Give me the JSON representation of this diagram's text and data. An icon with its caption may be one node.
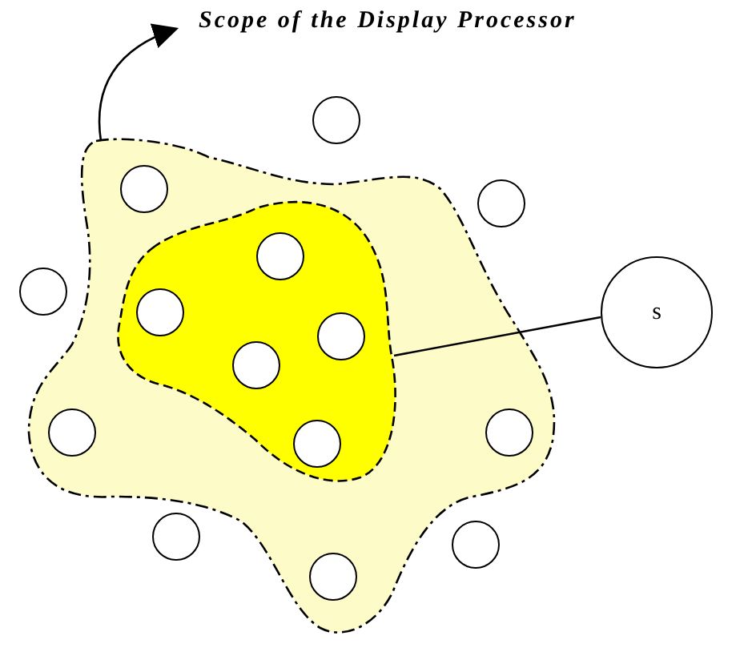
{
  "diagram": {
    "nodes": [
      {
        "text": [
          "Scope of the Display Processor"
        ]
      },
      {
        "text": [],
        "shape": "blob"
      },
      {
        "text": [],
        "shape": "blob",
        "in": 1
      },
      {
        "text": [],
        "shape": "circle",
        "in": 2
      },
      {
        "text": [],
        "shape": "circle",
        "in": 2
      },
      {
        "text": [],
        "shape": "circle",
        "in": 2
      },
      {
        "text": [],
        "shape": "circle",
        "in": 2
      },
      {
        "text": [],
        "shape": "circle",
        "in": 2
      },
      {
        "text": [],
        "shape": "circle",
        "in": 1
      },
      {
        "text": [],
        "shape": "circle",
        "in": 1
      },
      {
        "text": [],
        "shape": "circle",
        "in": 1
      },
      {
        "text": [],
        "shape": "circle",
        "in": 1
      },
      {
        "text": [],
        "shape": "circle"
      },
      {
        "text": [],
        "shape": "circle"
      },
      {
        "text": [],
        "shape": "circle"
      },
      {
        "text": [],
        "shape": "circle"
      },
      {
        "text": [],
        "shape": "circle"
      },
      {
        "text": [
          "s"
        ]
      }
    ],
    "edges": [
      {
        "from": 1,
        "to": 0,
        "arrow": "to"
      },
      {
        "from": 17,
        "to": 2,
        "arrow": "none"
      }
    ]
  }
}
